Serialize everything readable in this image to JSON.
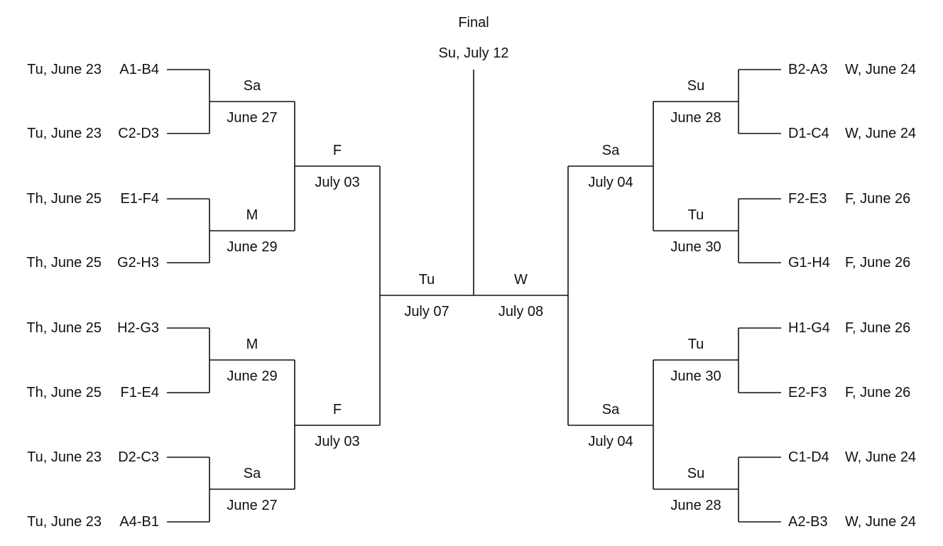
{
  "final": {
    "title": "Final",
    "date": "Su, July 12"
  },
  "left": {
    "round1": [
      {
        "date": "Tu, June 23",
        "match": "A1-B4"
      },
      {
        "date": "Tu, June 23",
        "match": "C2-D3"
      },
      {
        "date": "Th, June 25",
        "match": "E1-F4"
      },
      {
        "date": "Th, June 25",
        "match": "G2-H3"
      },
      {
        "date": "Th, June 25",
        "match": "H2-G3"
      },
      {
        "date": "Th, June 25",
        "match": "F1-E4"
      },
      {
        "date": "Tu, June 23",
        "match": "D2-C3"
      },
      {
        "date": "Tu, June 23",
        "match": "A4-B1"
      }
    ],
    "round2": [
      {
        "day": "Sa",
        "date": "June 27"
      },
      {
        "day": "M",
        "date": "June 29"
      },
      {
        "day": "M",
        "date": "June 29"
      },
      {
        "day": "Sa",
        "date": "June 27"
      }
    ],
    "quarter": [
      {
        "day": "F",
        "date": "July 03"
      },
      {
        "day": "F",
        "date": "July 03"
      }
    ],
    "semi": {
      "day": "Tu",
      "date": "July 07"
    }
  },
  "right": {
    "round1": [
      {
        "match": "B2-A3",
        "date": "W, June 24"
      },
      {
        "match": "D1-C4",
        "date": "W, June 24"
      },
      {
        "match": "F2-E3",
        "date": "F, June 26"
      },
      {
        "match": "G1-H4",
        "date": "F, June 26"
      },
      {
        "match": "H1-G4",
        "date": "F, June 26"
      },
      {
        "match": "E2-F3",
        "date": "F, June 26"
      },
      {
        "match": "C1-D4",
        "date": "W, June 24"
      },
      {
        "match": "A2-B3",
        "date": "W, June 24"
      }
    ],
    "round2": [
      {
        "day": "Su",
        "date": "June 28"
      },
      {
        "day": "Tu",
        "date": "June 30"
      },
      {
        "day": "Tu",
        "date": "June 30"
      },
      {
        "day": "Su",
        "date": "June 28"
      }
    ],
    "quarter": [
      {
        "day": "Sa",
        "date": "July 04"
      },
      {
        "day": "Sa",
        "date": "July 04"
      }
    ],
    "semi": {
      "day": "W",
      "date": "July 08"
    }
  }
}
